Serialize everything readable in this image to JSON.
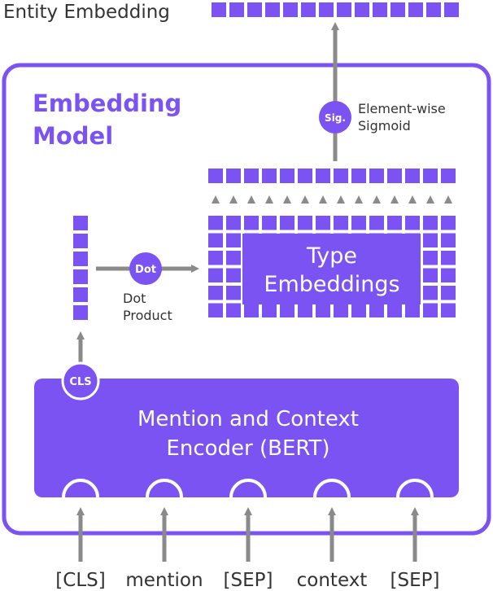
{
  "colors": {
    "accent": "#7a53f2",
    "arrow": "#8a8a8a",
    "text": "#333333",
    "white": "#ffffff",
    "frame": "#7a53f2"
  },
  "labels": {
    "entity_embedding": "Entity Embedding",
    "model_title_line1": "Embedding",
    "model_title_line2": "Model",
    "sig_badge": "Sig.",
    "sigmoid_line1": "Element-wise",
    "sigmoid_line2": "Sigmoid",
    "type_line1": "Type",
    "type_line2": "Embeddings",
    "dot_badge": "Dot",
    "dot_line1": "Dot",
    "dot_line2": "Product",
    "cls_badge": "CLS",
    "encoder_line1": "Mention and Context",
    "encoder_line2": "Encoder (BERT)"
  },
  "input_tokens": [
    "[CLS]",
    "mention",
    "[SEP]",
    "context",
    "[SEP]"
  ]
}
